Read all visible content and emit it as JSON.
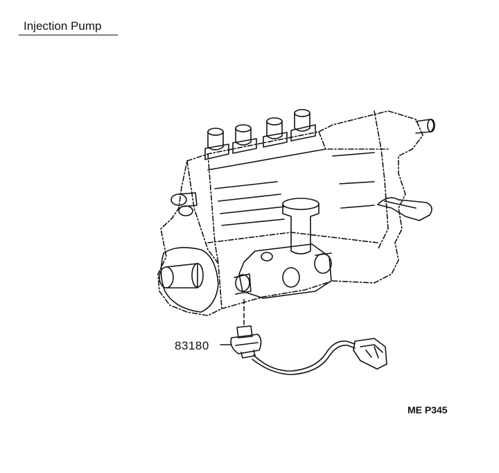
{
  "header": {
    "title": "Injection Pump"
  },
  "callouts": [
    {
      "part_number": "83180"
    }
  ],
  "footer": {
    "drawing_code": "ME P345"
  },
  "colors": {
    "ink": "#111111",
    "paper": "#ffffff"
  },
  "icons": [
    "injection-pump-illustration",
    "sensor-connector-illustration"
  ]
}
